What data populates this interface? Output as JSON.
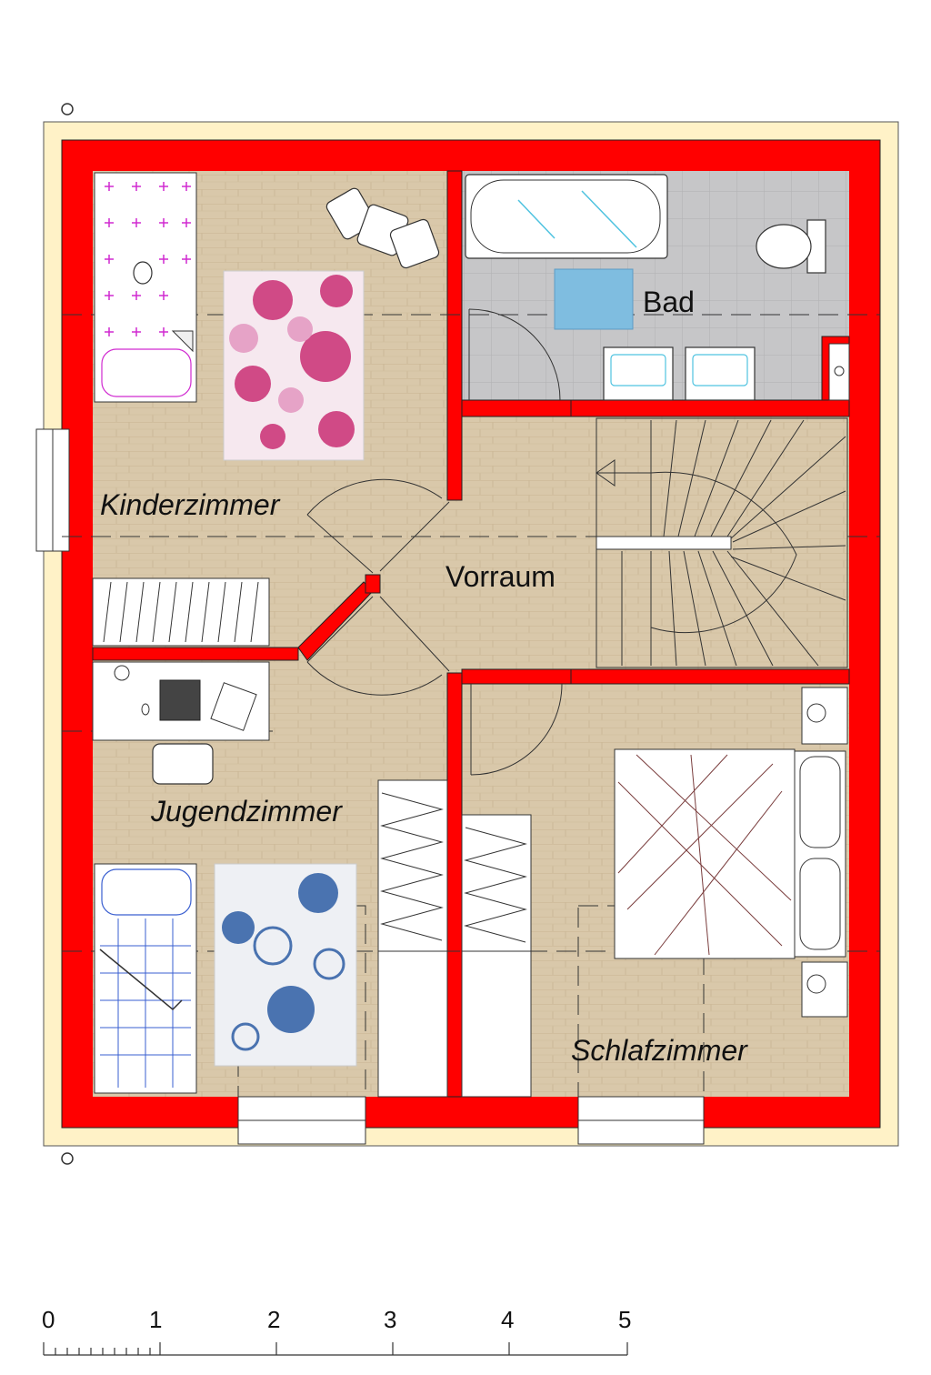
{
  "colors": {
    "wall": "#ff0000",
    "outer_insulation": "#fff2c7",
    "wood_floor": "#d9c7a9",
    "tile_floor": "#c4c4c6",
    "furniture": "#ffffff",
    "line": "#222222"
  },
  "rooms": {
    "kinderzimmer": "Kinderzimmer",
    "bad": "Bad",
    "vorraum": "Vorraum",
    "jugendzimmer": "Jugendzimmer",
    "schlafzimmer": "Schlafzimmer"
  },
  "scale": {
    "ticks": [
      "0",
      "1",
      "2",
      "3",
      "4",
      "5"
    ]
  }
}
